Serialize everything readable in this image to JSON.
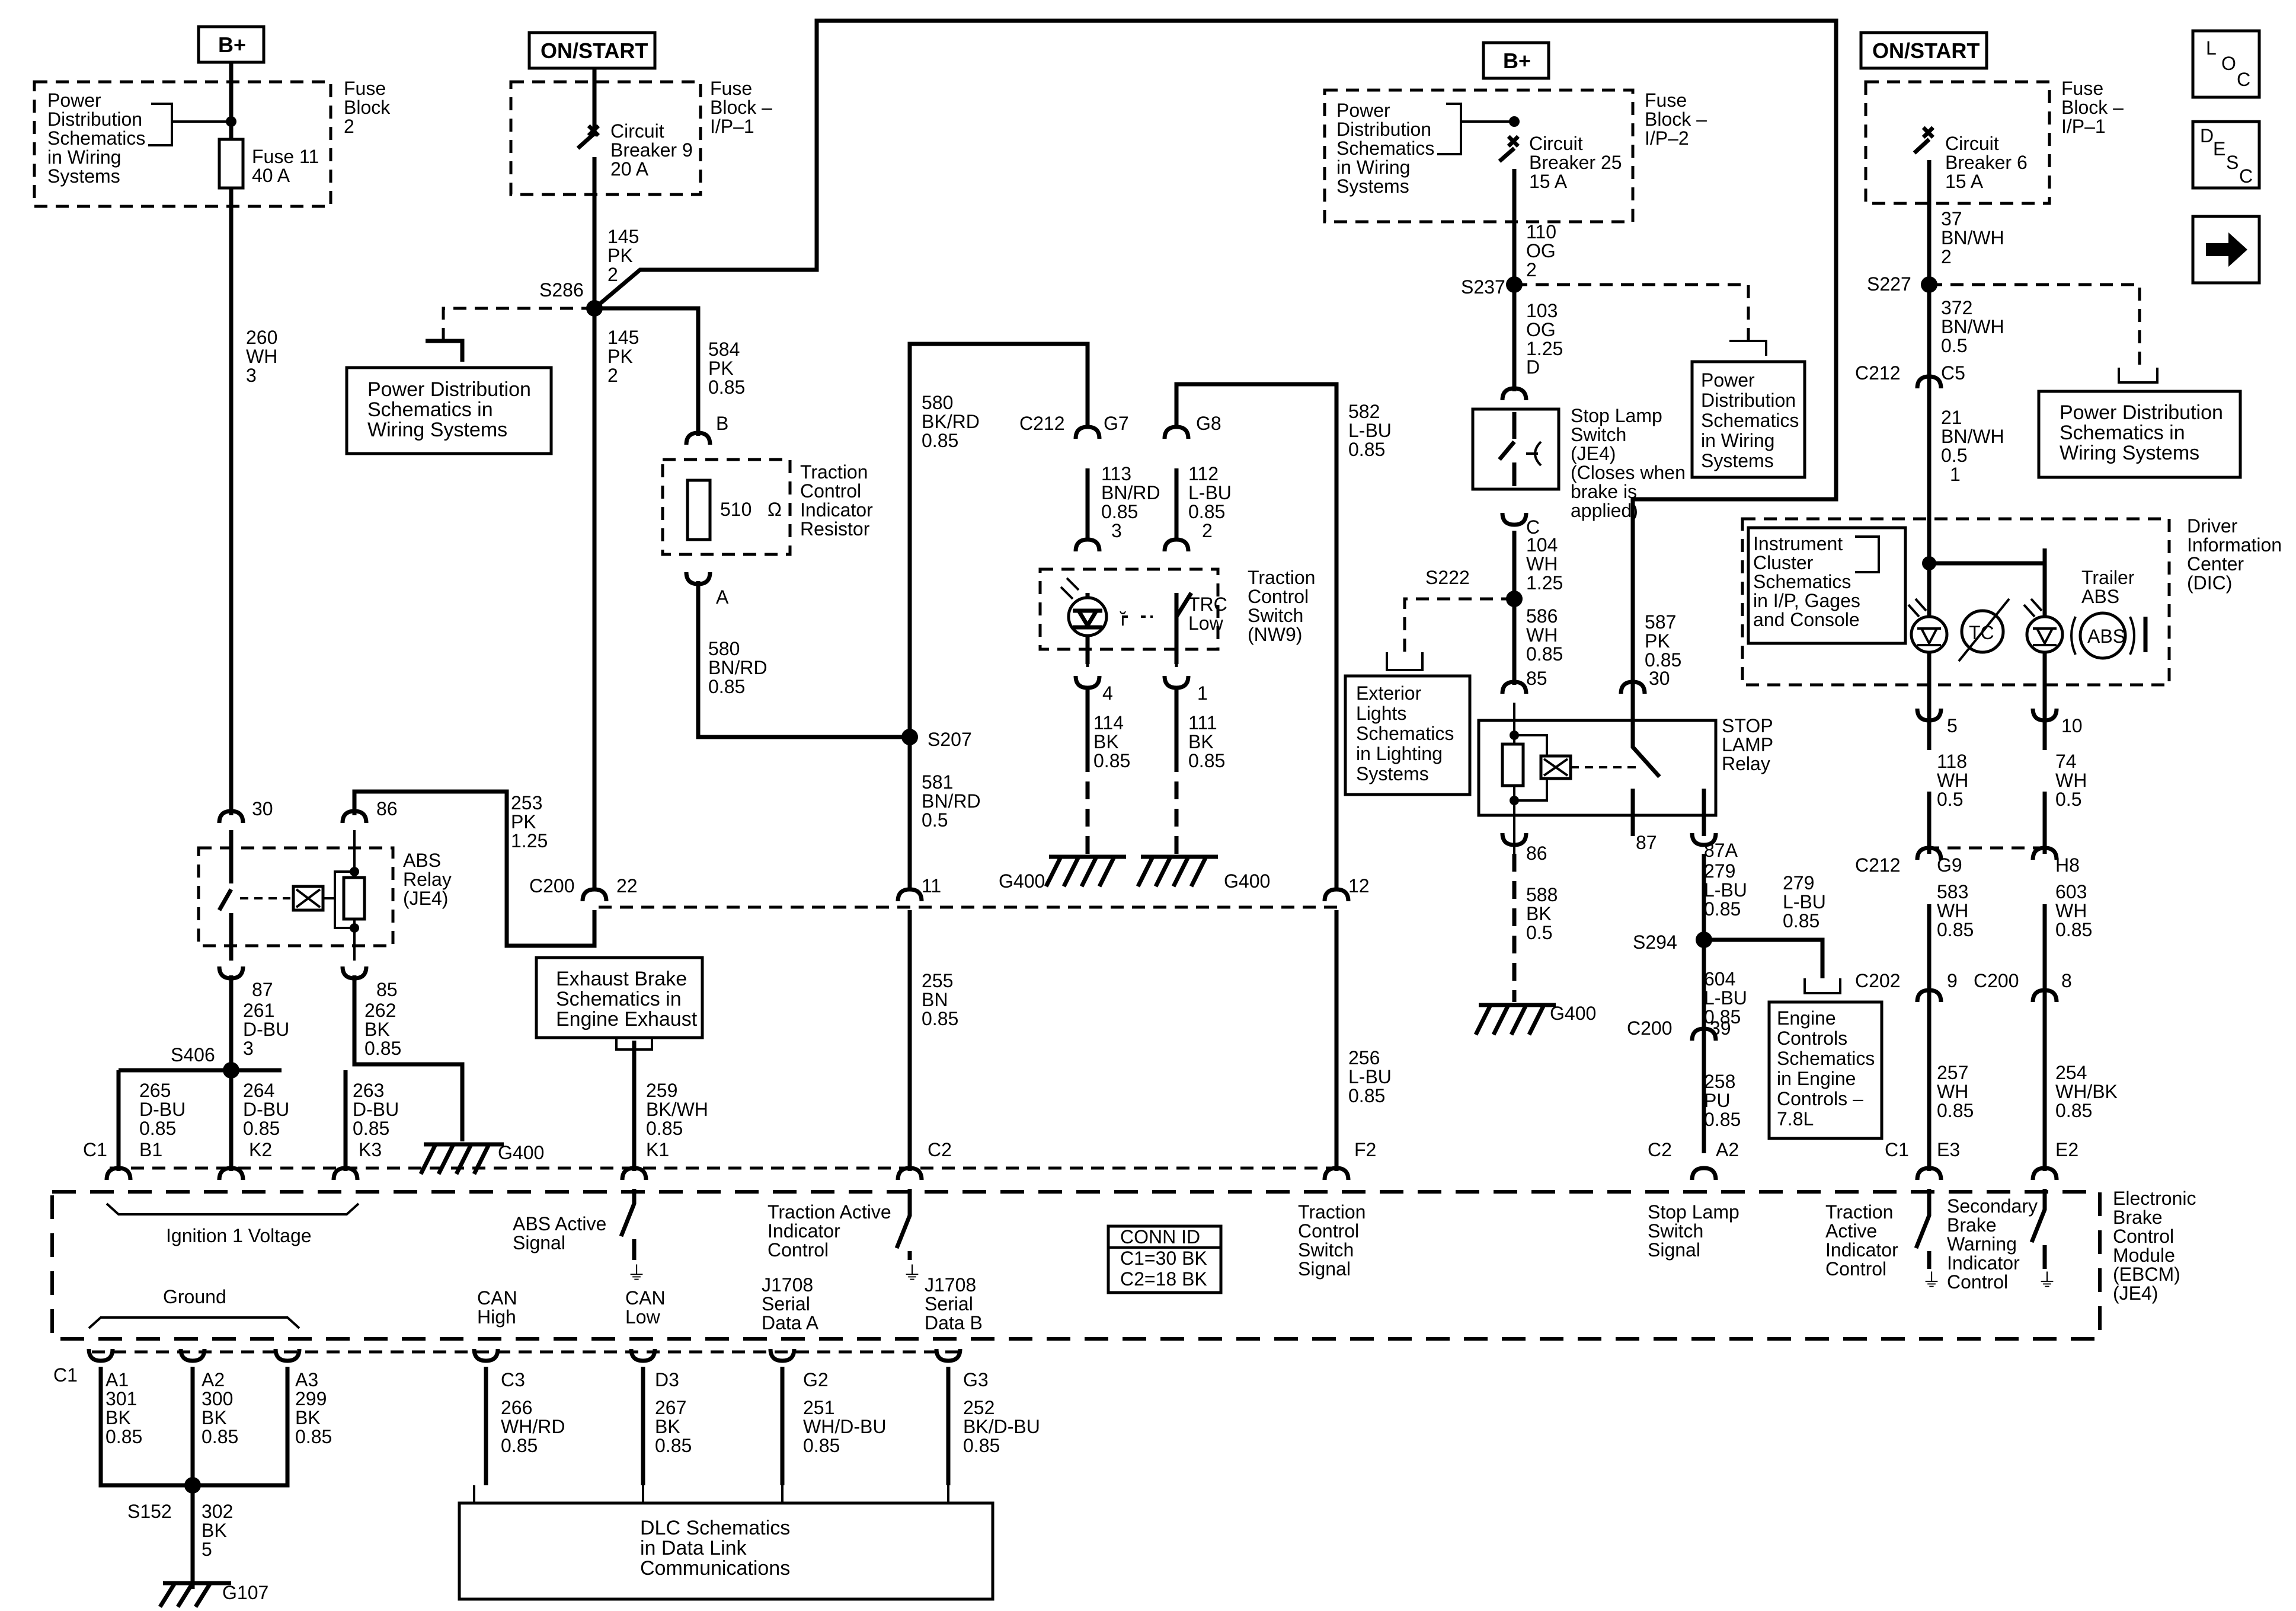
{
  "power": {
    "bplus_left": "B+",
    "onstart_left": "ON/START",
    "bplus_mid": "B+",
    "onstart_right": "ON/START"
  },
  "nav": {
    "loc": [
      "L",
      "O",
      "C"
    ],
    "desc": [
      "D",
      "E",
      "S",
      "C"
    ],
    "arrow": "next-arrow-icon"
  },
  "fuse_block_2": {
    "pd_text": [
      "Power",
      "Distribution",
      "Schematics",
      "in Wiring",
      "Systems"
    ],
    "name": [
      "Fuse",
      "Block",
      "2"
    ],
    "fuse": [
      "Fuse 11",
      "40 A"
    ]
  },
  "fuse_block_ip1": {
    "name": [
      "Fuse",
      "Block –",
      "I/P–1"
    ],
    "cb": [
      "Circuit",
      "Breaker 9",
      "20 A"
    ]
  },
  "fuse_block_ip2": {
    "pd_text": [
      "Power",
      "Distribution",
      "Schematics",
      "in Wiring",
      "Systems"
    ],
    "name": [
      "Fuse",
      "Block –",
      "I/P–2"
    ],
    "cb": [
      "Circuit",
      "Breaker 25",
      "15 A"
    ]
  },
  "fuse_block_ip1_right": {
    "name": [
      "Fuse",
      "Block –",
      "I/P–1"
    ],
    "cb": [
      "Circuit",
      "Breaker 6",
      "15 A"
    ]
  },
  "wires": {
    "w260": [
      "260",
      "WH",
      "3"
    ],
    "w145a": [
      "145",
      "PK",
      "2"
    ],
    "w145b": [
      "145",
      "PK",
      "2"
    ],
    "w584": [
      "584",
      "PK",
      "0.85"
    ],
    "w580top": [
      "580",
      "BK/RD",
      "0.85"
    ],
    "w580": [
      "580",
      "BN/RD",
      "0.85"
    ],
    "w581": [
      "581",
      "BN/RD",
      "0.5"
    ],
    "w113": [
      "113",
      "BN/RD",
      "0.85",
      "3"
    ],
    "w112": [
      "112",
      "L-BU",
      "0.85",
      "2"
    ],
    "w114": [
      "114",
      "BK",
      "0.85"
    ],
    "w111": [
      "111",
      "BK",
      "0.85"
    ],
    "w582": [
      "582",
      "L-BU",
      "0.85"
    ],
    "w253": [
      "253",
      "PK",
      "1.25"
    ],
    "w261": [
      "261",
      "D-BU",
      "3"
    ],
    "w262": [
      "262",
      "BK",
      "0.85"
    ],
    "w265": [
      "265",
      "D-BU",
      "0.85"
    ],
    "w264": [
      "264",
      "D-BU",
      "0.85"
    ],
    "w263": [
      "263",
      "D-BU",
      "0.85"
    ],
    "w259": [
      "259",
      "BK/WH",
      "0.85"
    ],
    "w255": [
      "255",
      "BN",
      "0.85"
    ],
    "w256": [
      "256",
      "L-BU",
      "0.85"
    ],
    "w110": [
      "110",
      "OG",
      "2"
    ],
    "w103": [
      "103",
      "OG",
      "1.25"
    ],
    "w104": [
      "104",
      "WH",
      "1.25"
    ],
    "w586": [
      "586",
      "WH",
      "0.85"
    ],
    "w587": [
      "587",
      "PK",
      "0.85"
    ],
    "w588": [
      "588",
      "BK",
      "0.5"
    ],
    "w279a": [
      "279",
      "L-BU",
      "0.85"
    ],
    "w279b": [
      "279",
      "L-BU",
      "0.85"
    ],
    "w604": [
      "604",
      "L-BU",
      "0.85"
    ],
    "w258": [
      "258",
      "PU",
      "0.85"
    ],
    "w37": [
      "37",
      "BN/WH",
      "2"
    ],
    "w372": [
      "372",
      "BN/WH",
      "0.5"
    ],
    "w21": [
      "21",
      "BN/WH",
      "0.5",
      "1"
    ],
    "w118": [
      "118",
      "WH",
      "0.5"
    ],
    "w74": [
      "74",
      "WH",
      "0.5"
    ],
    "w583": [
      "583",
      "WH",
      "0.85"
    ],
    "w603": [
      "603",
      "WH",
      "0.85"
    ],
    "w257": [
      "257",
      "WH",
      "0.85"
    ],
    "w254": [
      "254",
      "WH/BK",
      "0.85"
    ],
    "w301": [
      "301",
      "BK",
      "0.85"
    ],
    "w300": [
      "300",
      "BK",
      "0.85"
    ],
    "w299": [
      "299",
      "BK",
      "0.85"
    ],
    "w302": [
      "302",
      "BK",
      "5"
    ],
    "w266": [
      "266",
      "WH/RD",
      "0.85"
    ],
    "w267": [
      "267",
      "BK",
      "0.85"
    ],
    "w251": [
      "251",
      "WH/D-BU",
      "0.85"
    ],
    "w252": [
      "252",
      "BK/D-BU",
      "0.85"
    ]
  },
  "splices": {
    "s286": "S286",
    "s207": "S207",
    "s406": "S406",
    "s152": "S152",
    "s237": "S237",
    "s222": "S222",
    "s294": "S294",
    "s227": "S227"
  },
  "connectors": {
    "c200_22": [
      "C200",
      "22"
    ],
    "c200_11": "11",
    "c200_12": "12",
    "c212_g7": [
      "C212",
      "G7"
    ],
    "g8": "G8",
    "tc_res_b": "B",
    "tc_res_a": "A",
    "sw_4": "4",
    "sw_1": "1",
    "relay_30": "30",
    "relay_86": "86",
    "relay_87": "87",
    "relay_85": "85",
    "c1_left": "C1",
    "b1": "B1",
    "k2": "K2",
    "k3": "K3",
    "k1": "K1",
    "c2_mid": "C2",
    "f2": "F2",
    "c1_bot": "C1",
    "a1": "A1",
    "a2": "A2",
    "a3": "A3",
    "c3": "C3",
    "d3": "D3",
    "g2": "G2",
    "g3": "G3",
    "stop_d": "D",
    "stop_c": "C",
    "sr_85": "85",
    "sr_30": "30",
    "sr_86": "86",
    "sr_87": "87",
    "sr_87a": "87A",
    "c200_39": [
      "C200",
      "39"
    ],
    "c2_a2": [
      "C2",
      "A2"
    ],
    "c212_c5": [
      "C212",
      "C5"
    ],
    "dic_5": "5",
    "dic_10": "10",
    "c212_g9": [
      "C212",
      "G9"
    ],
    "h8": "H8",
    "c202_9": [
      "C202",
      "9"
    ],
    "c200_8": [
      "C200",
      "8"
    ],
    "c1_e3": [
      "C1",
      "E3"
    ],
    "e2": "E2"
  },
  "grounds": {
    "g400_a": "G400",
    "g400_b": "G400",
    "g400_c": "G400",
    "g400_d": "G400",
    "g107": "G107"
  },
  "components": {
    "pd_left": [
      "Power Distribution",
      "Schematics in",
      "Wiring Systems"
    ],
    "tc_resistor": [
      "Traction",
      "Control",
      "Indicator",
      "Resistor"
    ],
    "resistor_value": "510",
    "tc_switch": [
      "Traction",
      "Control",
      "Switch",
      "(NW9)"
    ],
    "trc_low": [
      "TRC",
      "Low"
    ],
    "abs_relay": [
      "ABS",
      "Relay",
      "(JE4)"
    ],
    "exhaust": [
      "Exhaust Brake",
      "Schematics in",
      "Engine Exhaust"
    ],
    "stop_switch": [
      "Stop Lamp",
      "Switch",
      "(JE4)",
      "(Closes when",
      "brake is",
      "applied)"
    ],
    "pd_mid": [
      "Power",
      "Distribution",
      "Schematics",
      "in Wiring",
      "Systems"
    ],
    "ext_lights": [
      "Exterior",
      "Lights",
      "Schematics",
      "in Lighting",
      "Systems"
    ],
    "stop_relay": [
      "STOP",
      "LAMP",
      "Relay"
    ],
    "engine_ctrl": [
      "Engine",
      "Controls",
      "Schematics",
      "in Engine",
      "Controls –",
      "7.8L"
    ],
    "pd_right": [
      "Power Distribution",
      "Schematics in",
      "Wiring Systems"
    ],
    "inst_cluster": [
      "Instrument",
      "Cluster",
      "Schematics",
      "in I/P, Gages",
      "and Console"
    ],
    "dic": [
      "Driver",
      "Information",
      "Center",
      "(DIC)"
    ],
    "trailer_abs": [
      "Trailer",
      "ABS"
    ],
    "abs_badge": "ABS",
    "tc_badge": "TC",
    "dlc": [
      "DLC Schematics",
      "in Data Link",
      "Communications"
    ]
  },
  "ebcm": {
    "name": [
      "Electronic",
      "Brake",
      "Control",
      "Module",
      "(EBCM)",
      "(JE4)"
    ],
    "ign": "Ignition 1 Voltage",
    "abs_active": [
      "ABS Active",
      "Signal"
    ],
    "tc_active_ind": [
      "Traction Active",
      "Indicator",
      "Control"
    ],
    "tc_switch_sig": [
      "Traction",
      "Control",
      "Switch",
      "Signal"
    ],
    "conn_id": [
      "CONN ID",
      "C1=30 BK",
      "C2=18 BK"
    ],
    "stop_sig": [
      "Stop Lamp",
      "Switch",
      "Signal"
    ],
    "tc_active_ctrl": [
      "Traction",
      "Active",
      "Indicator",
      "Control"
    ],
    "sec_brake": [
      "Secondary",
      "Brake",
      "Warning",
      "Indicator",
      "Control"
    ],
    "ground": "Ground",
    "can_high": [
      "CAN",
      "High"
    ],
    "can_low": [
      "CAN",
      "Low"
    ],
    "j1708a": [
      "J1708",
      "Serial",
      "Data A"
    ],
    "j1708b": [
      "J1708",
      "Serial",
      "Data B"
    ]
  }
}
